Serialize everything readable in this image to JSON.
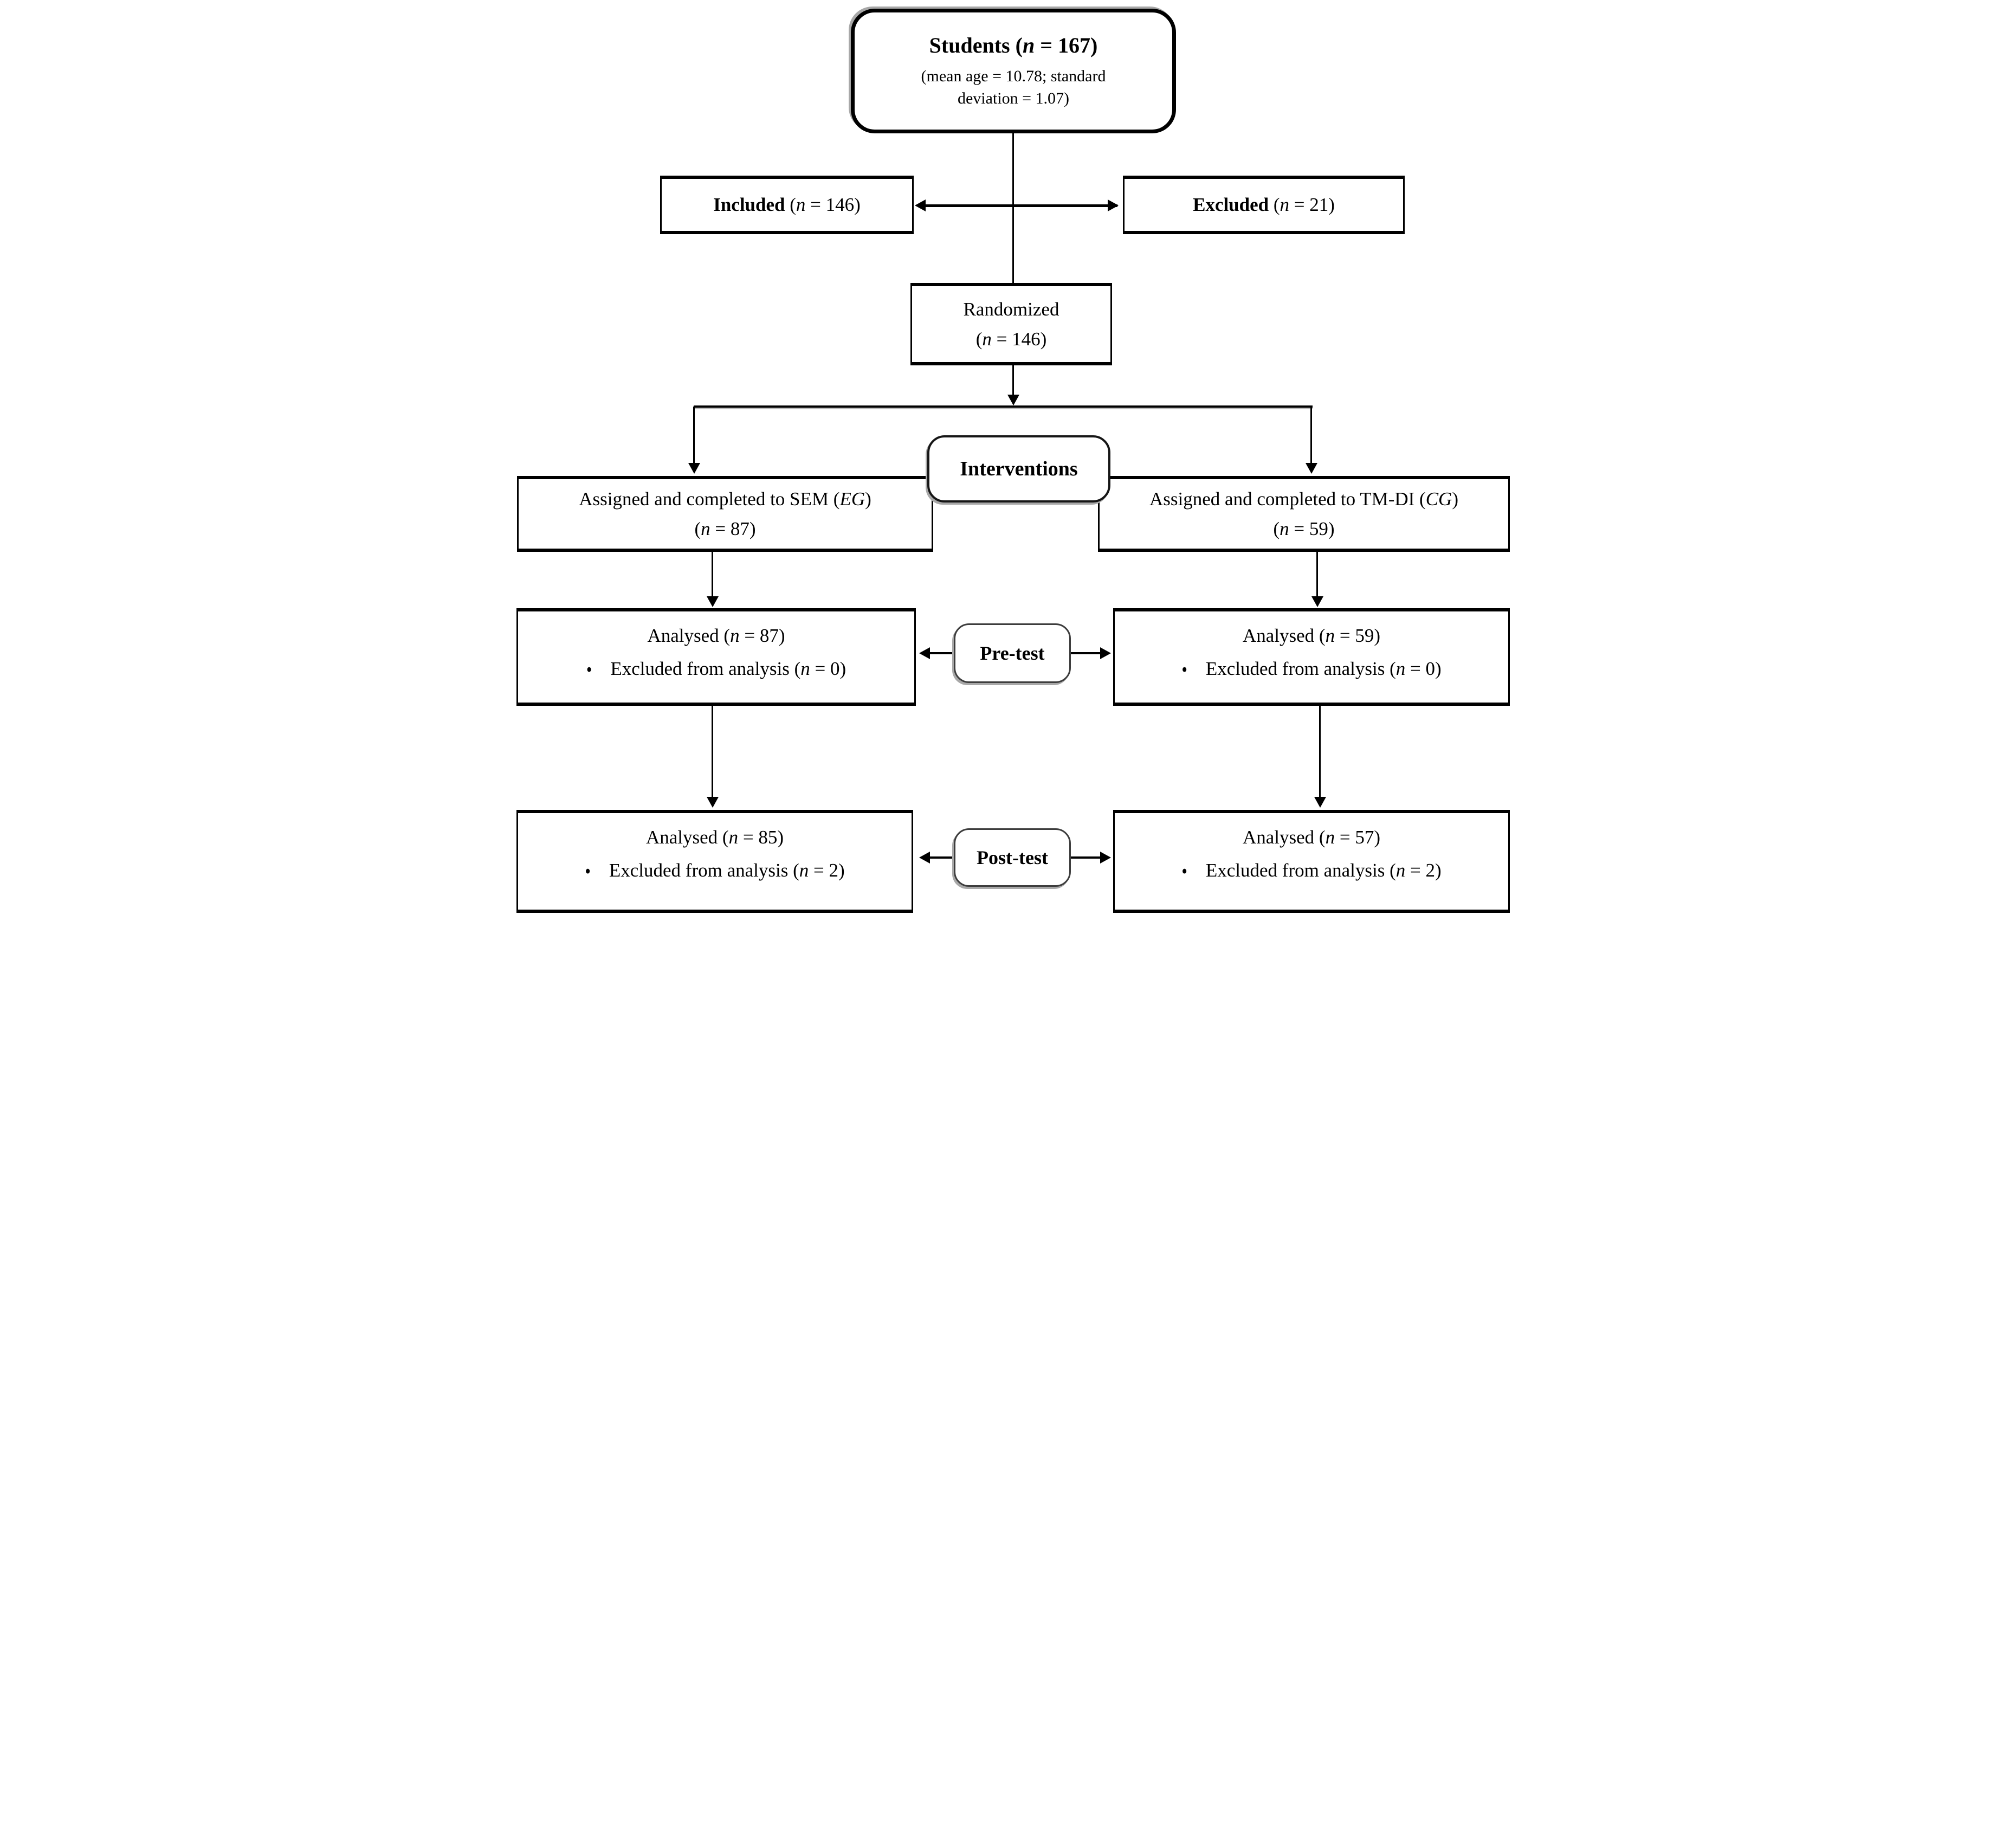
{
  "palette": {
    "ink": "#000000",
    "paper": "#ffffff",
    "badge_border": "#3d3d3d",
    "shadow": "#a8a8a8"
  },
  "glyphs": {
    "bullet": "•"
  },
  "nodes": {
    "students": {
      "title": "Students (n = 167)",
      "sub1": "(mean age = 10.78; standard",
      "sub2": "deviation = 1.07)"
    },
    "included": {
      "label_bold": "Included",
      "label_rest": " (n = 146)"
    },
    "excluded": {
      "label_bold": "Excluded",
      "label_rest": " (n = 21)"
    },
    "randomized": {
      "line1": "Randomized",
      "line2": "(n = 146)"
    },
    "interventions": {
      "label": "Interventions"
    },
    "assigned_sem": {
      "line1": "Assigned and completed to SEM (EG)",
      "line2": "(n = 87)"
    },
    "assigned_tmdi": {
      "line1": "Assigned and completed to TM-DI (CG)",
      "line2": "(n = 59)"
    },
    "pretest_badge": {
      "label": "Pre-test"
    },
    "pretest_sem": {
      "line1": "Analysed (n = 87)",
      "bullet_text": "Excluded from analysis (n = 0)"
    },
    "pretest_tmdi": {
      "line1": "Analysed (n = 59)",
      "bullet_text": "Excluded from analysis (n = 0)"
    },
    "posttest_badge": {
      "label": "Post-test"
    },
    "posttest_sem": {
      "line1": "Analysed (n = 85)",
      "bullet_text": "Excluded from analysis (n = 2)"
    },
    "posttest_tmdi": {
      "line1": "Analysed (n = 57)",
      "bullet_text": "Excluded from analysis (n = 2)"
    }
  }
}
